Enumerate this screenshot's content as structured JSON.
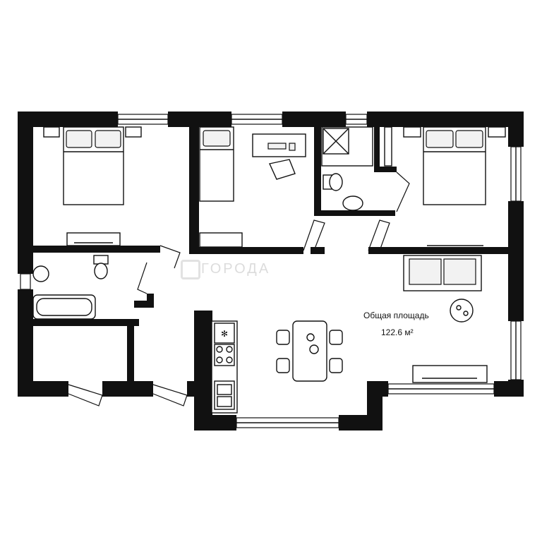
{
  "area": {
    "label": "Общая площадь",
    "value": "122.6 м²"
  },
  "watermark": {
    "brand": "ГОРОДА",
    "icon": "house-logo-icon"
  },
  "colors": {
    "walls": "#111111",
    "background": "#ffffff",
    "watermark": "#dcdcdc"
  }
}
